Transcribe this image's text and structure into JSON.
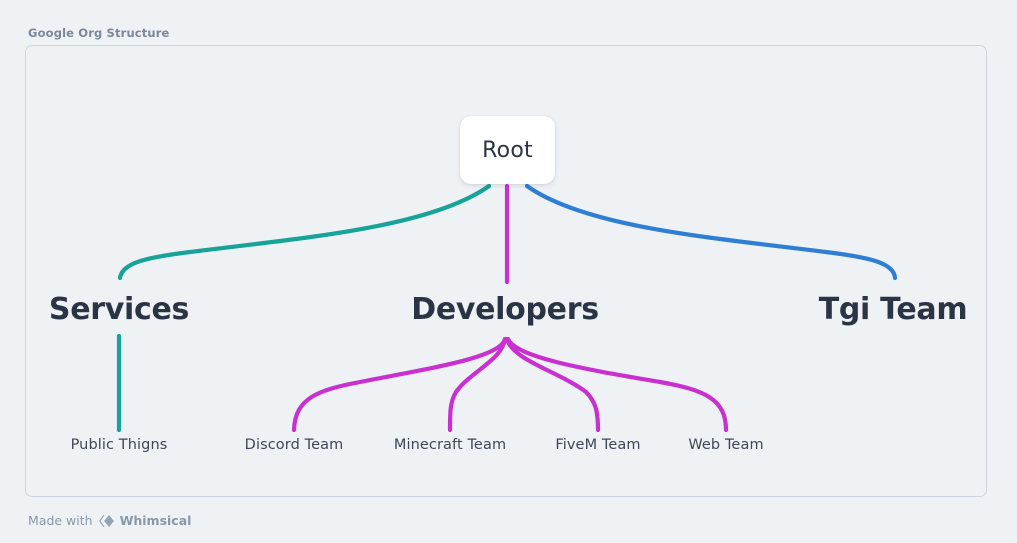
{
  "title": "Google Org Structure",
  "footer": {
    "prefix": "Made with",
    "brand": "Whimsical",
    "logo_icon": "whimsical-diamond-icon"
  },
  "colors": {
    "background": "#eff2f5",
    "frame_border": "#ccd5de",
    "node_fill": "#ffffff",
    "text_dark": "#2b3445",
    "text_muted": "#7a8899",
    "branch_services": "#17a398",
    "branch_developers": "#c930d0",
    "branch_tgi_team": "#2e7fd4"
  },
  "tree": {
    "root": {
      "label": "Root"
    },
    "branches": [
      {
        "label": "Services",
        "color": "#17a398",
        "children": [
          {
            "label": "Public Thigns"
          }
        ]
      },
      {
        "label": "Developers",
        "color": "#c930d0",
        "children": [
          {
            "label": "Discord Team"
          },
          {
            "label": "Minecraft Team"
          },
          {
            "label": "FiveM Team"
          },
          {
            "label": "Web Team"
          }
        ]
      },
      {
        "label": "Tgi Team",
        "color": "#2e7fd4",
        "children": []
      }
    ]
  }
}
